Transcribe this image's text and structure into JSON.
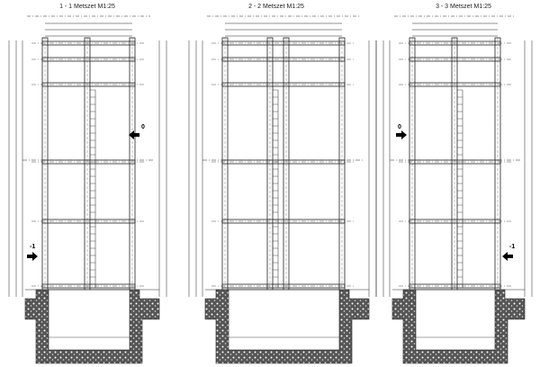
{
  "drawings": [
    {
      "title": "1 - 1 Metszet  M1:25",
      "left_marker": "-1",
      "right_marker": "0"
    },
    {
      "title": "2 - 2 Metszet  M1:25"
    },
    {
      "title": "3 - 3 Metszet  M1:25",
      "left_marker": "0",
      "right_marker": "-1"
    }
  ],
  "colors": {
    "line": "#222222",
    "hatch": "#333333"
  }
}
